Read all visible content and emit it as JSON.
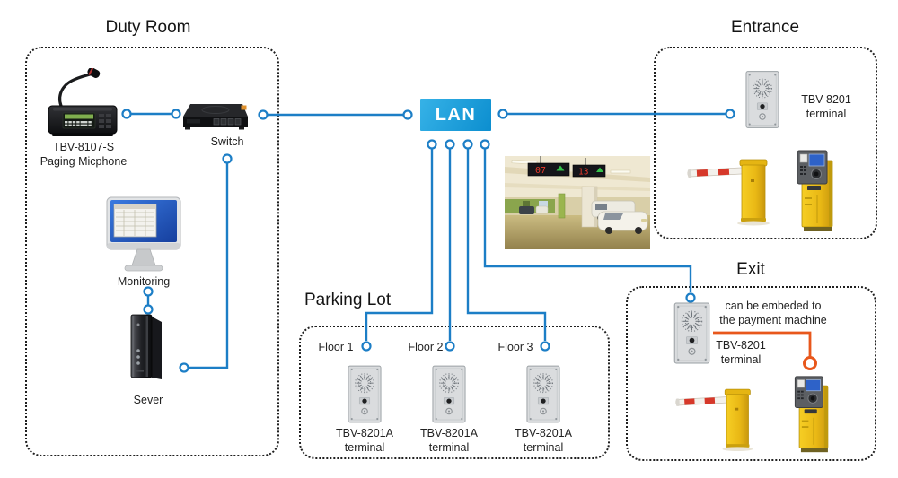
{
  "titles": {
    "duty_room": "Duty Room",
    "entrance": "Entrance",
    "exit": "Exit",
    "parking_lot": "Parking Lot"
  },
  "lan": {
    "label": "LAN"
  },
  "duty_room": {
    "paging_mic": {
      "line1": "TBV-8107-S",
      "line2": "Paging Micphone"
    },
    "switch_label": "Switch",
    "monitoring_label": "Monitoring",
    "server_label": "Sever"
  },
  "entrance": {
    "terminal": {
      "line1": "TBV-8201",
      "line2": "terminal"
    }
  },
  "exit": {
    "note": {
      "line1": "can be embeded to",
      "line2": "the payment machine"
    },
    "terminal": {
      "line1": "TBV-8201",
      "line2": "terminal"
    }
  },
  "parking_lot": {
    "floors": [
      {
        "label": "Floor 1",
        "terminal": {
          "line1": "TBV-8201A",
          "line2": "terminal"
        }
      },
      {
        "label": "Floor 2",
        "terminal": {
          "line1": "TBV-8201A",
          "line2": "terminal"
        }
      },
      {
        "label": "Floor 3",
        "terminal": {
          "line1": "TBV-8201A",
          "line2": "terminal"
        }
      }
    ]
  },
  "photo": {
    "sign_left_count": "07",
    "sign_right_count": "13"
  },
  "colors": {
    "line_blue": "#1c7ec6",
    "line_orange": "#e8571c",
    "lan_light": "#36b2e7",
    "lan_dark": "#0c8ecf"
  }
}
